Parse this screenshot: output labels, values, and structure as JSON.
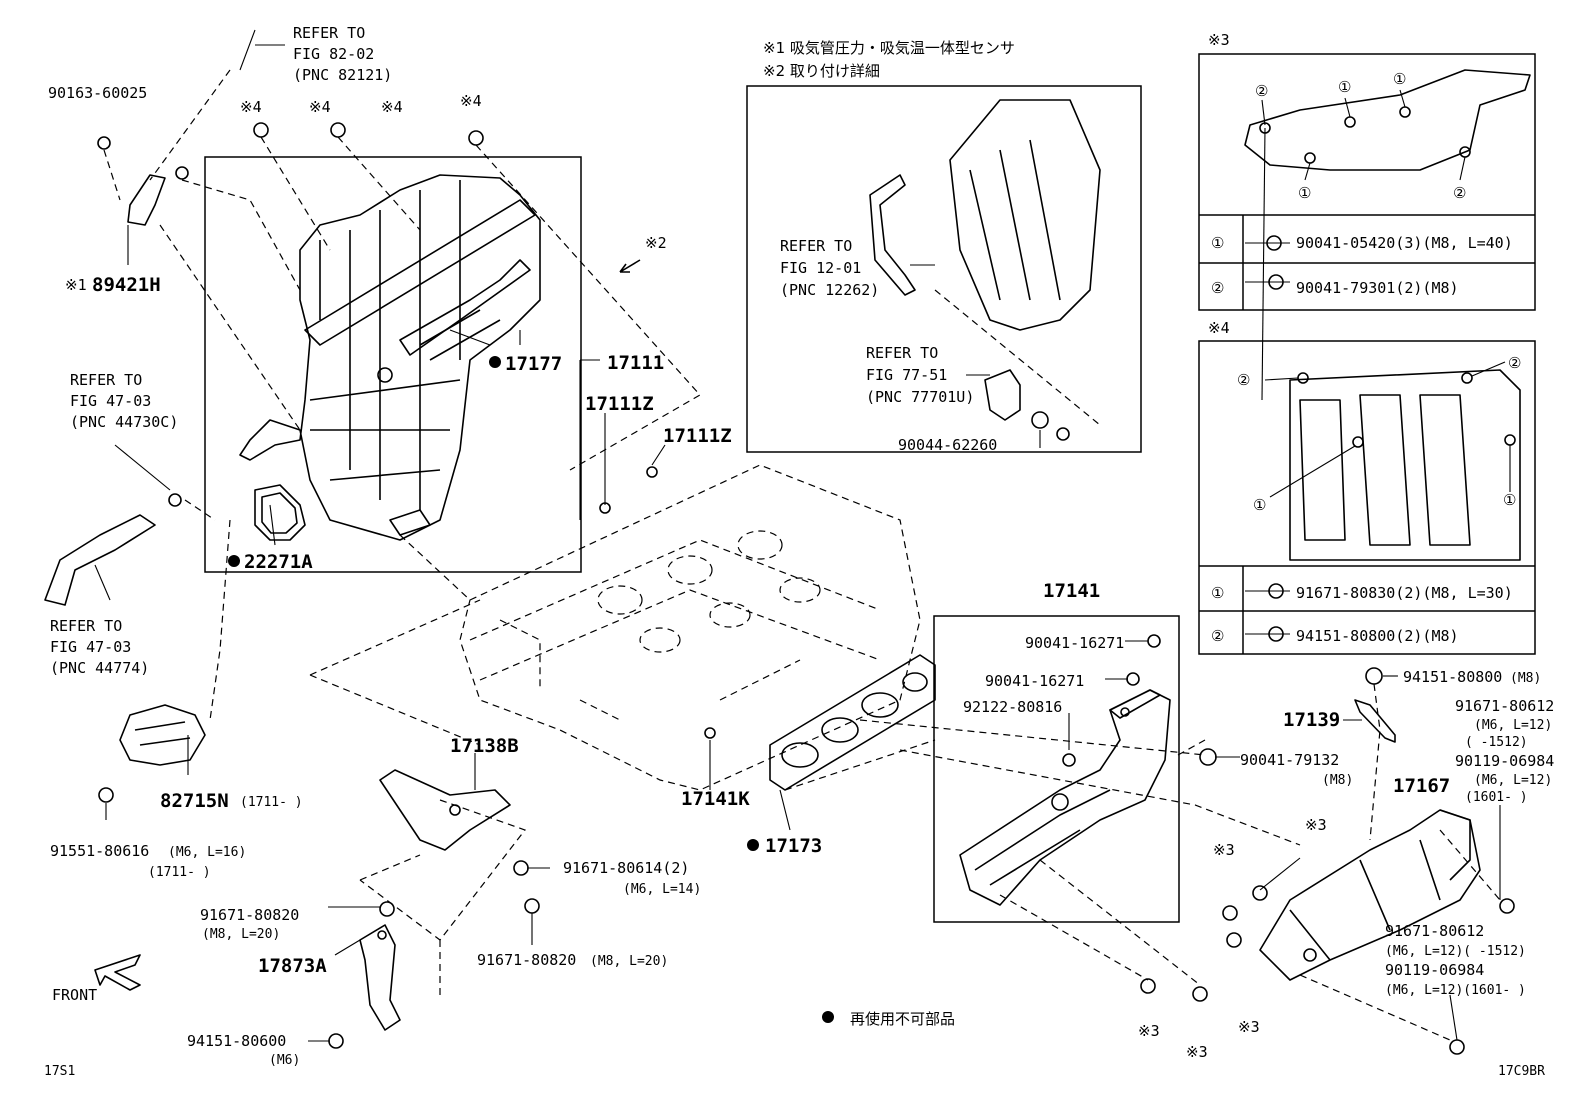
{
  "diagram": {
    "notes": {
      "note1": "※1 吸気管圧力・吸気温一体型センサ",
      "note2": "※2 取り付け詳細",
      "legend_non_reusable": "再使用不可部品"
    },
    "corner_codes": {
      "left": "17S1",
      "right": "17C9BR"
    },
    "front_label": "FRONT",
    "marks": {
      "m1": "※1",
      "m2": "※2",
      "m3": "※3",
      "m4": "※4"
    },
    "refs": {
      "r8202": [
        "REFER TO",
        "FIG 82-02",
        "(PNC 82121)"
      ],
      "r4703a": [
        "REFER TO",
        "FIG 47-03",
        "(PNC 44730C)"
      ],
      "r4703b": [
        "REFER TO",
        "FIG 47-03",
        "(PNC 44774)"
      ],
      "r1201": [
        "REFER TO",
        "FIG 12-01",
        "(PNC 12262)"
      ],
      "r7751": [
        "REFER TO",
        "FIG 77-51",
        "(PNC 77701U)"
      ]
    },
    "parts": {
      "p90163": "90163-60025",
      "p89421": "89421H",
      "p17177": "17177",
      "p17111": "17111",
      "p17111z_a": "17111Z",
      "p17111z_b": "17111Z",
      "p22271": "22271A",
      "p90044": "90044-62260",
      "p82715": "82715N",
      "p82715_date": "(1711-      )",
      "p91551": "91551-80616",
      "p91551_spec": "(M6, L=16)",
      "p91551_date": "(1711-      )",
      "p17138": "17138B",
      "p91671_80614": "91671-80614(2)",
      "p91671_80614_spec": "(M6, L=14)",
      "p91671_80820a": "91671-80820",
      "p91671_80820a_spec": "(M8, L=20)",
      "p91671_80820b": "91671-80820",
      "p91671_80820b_spec": "(M8, L=20)",
      "p17873": "17873A",
      "p94151_80600": "94151-80600",
      "p94151_80600_spec": "(M6)",
      "p17141k": "17141K",
      "p17173": "17173",
      "p17141": "17141",
      "p90041_16271a": "90041-16271",
      "p90041_16271b": "90041-16271",
      "p92122": "92122-80816",
      "p90041_79132": "90041-79132",
      "p90041_79132_spec": "(M8)",
      "p94151_80800": "94151-80800",
      "p94151_80800_spec": "(M8)",
      "p17139": "17139",
      "p91671_80612a": "91671-80612",
      "p91671_80612a_spec": "(M6, L=12)",
      "p91671_80612a_date": "(      -1512)",
      "p90119a": "90119-06984",
      "p90119a_spec": "(M6, L=12)",
      "p90119a_date": "(1601-      )",
      "p17167": "17167",
      "p91671_80612b": "91671-80612",
      "p91671_80612b_spec": "(M6, L=12)(      -1512)",
      "p90119b": "90119-06984",
      "p90119b_spec": "(M6, L=12)(1601-      )"
    },
    "table3": {
      "title": "※3",
      "row1_num": "①",
      "row1": "90041-05420(3)(M8, L=40)",
      "row2_num": "②",
      "row2": "90041-79301(2)(M8)"
    },
    "table4": {
      "title": "※4",
      "row1_num": "①",
      "row1": "91671-80830(2)(M8, L=30)",
      "row2_num": "②",
      "row2": "94151-80800(2)(M8)"
    }
  }
}
